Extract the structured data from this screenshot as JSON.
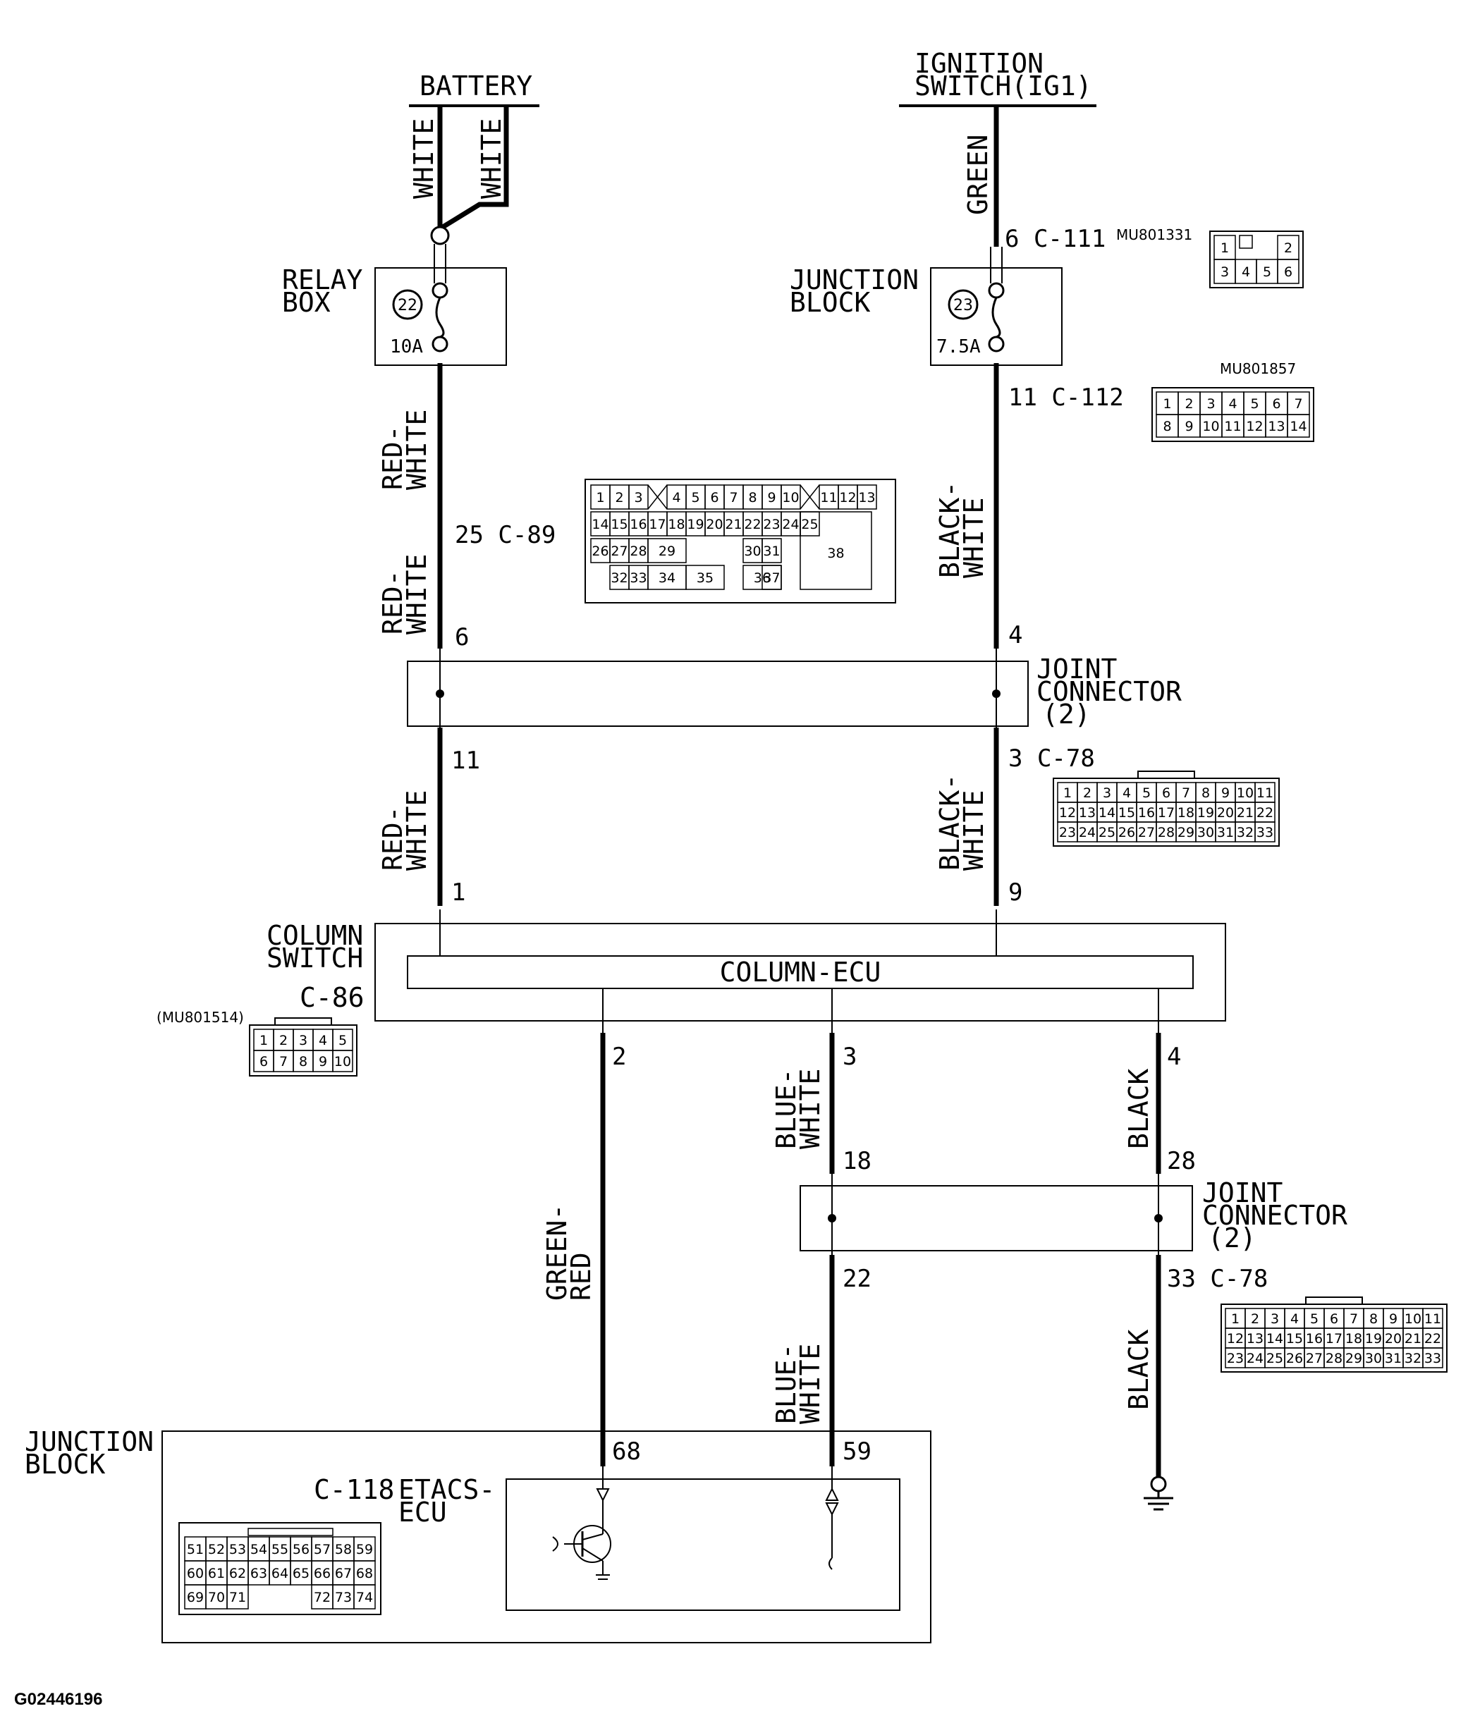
{
  "figure_id": "G02446196",
  "sources": {
    "battery": "BATTERY",
    "ignition_line1": "IGNITION",
    "ignition_line2": "SWITCH(IG1)"
  },
  "wire_colors": {
    "battery_left": "WHITE",
    "battery_right": "WHITE",
    "ignition": "GREEN",
    "red_white_1a": "RED-",
    "red_white_1b": "WHITE",
    "red_white_2a": "RED-",
    "red_white_2b": "WHITE",
    "red_white_3a": "RED-",
    "red_white_3b": "WHITE",
    "black_white_1a": "BLACK-",
    "black_white_1b": "WHITE",
    "black_white_2a": "BLACK-",
    "black_white_2b": "WHITE",
    "green_red_a": "GREEN-",
    "green_red_b": "RED",
    "blue_white_1a": "BLUE-",
    "blue_white_1b": "WHITE",
    "blue_white_2a": "BLUE-",
    "blue_white_2b": "WHITE",
    "black_1": "BLACK",
    "black_2": "BLACK"
  },
  "relay_box": {
    "line1": "RELAY",
    "line2": "BOX",
    "fuse_no": "22",
    "rating": "10A"
  },
  "junction_block_top": {
    "line1": "JUNCTION",
    "line2": "BLOCK",
    "fuse_no": "23",
    "rating": "7.5A"
  },
  "pins": {
    "c111": "6  C-111",
    "c112": "11  C-112",
    "c89": "25  C-89",
    "jc_in_left": "6",
    "jc_in_right": "4",
    "jc_out_left": "11",
    "jc_out_right": "3  C-78",
    "cs_in_left": "1",
    "cs_in_right": "9",
    "cs_out_2": "2",
    "cs_out_3": "3",
    "cs_out_4": "4",
    "jc2_in_left": "18",
    "jc2_in_right": "28",
    "jc2_out_left": "22",
    "jc2_out_right": "33  C-78",
    "etacs_68": "68",
    "etacs_59": "59"
  },
  "part_numbers": {
    "c111": "MU801331",
    "c112": "MU801857",
    "c86": "(MU801514)"
  },
  "joint_connector": {
    "line1": "JOINT",
    "line2": "CONNECTOR",
    "line3": "(2)"
  },
  "joint_connector_2": {
    "line1": "JOINT",
    "line2": "CONNECTOR",
    "line3": "(2)"
  },
  "column_switch": {
    "line1": "COLUMN",
    "line2": "SWITCH",
    "connector": "C-86",
    "ecu": "COLUMN-ECU"
  },
  "junction_block_bottom": {
    "line1": "JUNCTION",
    "line2": "BLOCK",
    "connector": "C-118",
    "ecu_line1": "ETACS-",
    "ecu_line2": "ECU"
  },
  "connector_c111_cells": [
    "1",
    "2",
    "3",
    "4",
    "5",
    "6"
  ],
  "connector_c112_cells": [
    "1",
    "2",
    "3",
    "4",
    "5",
    "6",
    "7",
    "8",
    "9",
    "10",
    "11",
    "12",
    "13",
    "14"
  ],
  "connector_c89_cells": [
    "1",
    "2",
    "3",
    "4",
    "5",
    "6",
    "7",
    "8",
    "9",
    "10",
    "11",
    "12",
    "13",
    "14",
    "15",
    "16",
    "17",
    "18",
    "19",
    "20",
    "21",
    "22",
    "23",
    "24",
    "25",
    "26",
    "27",
    "28",
    "29",
    "30",
    "31",
    "32",
    "33",
    "34",
    "35",
    "36",
    "37",
    "38"
  ],
  "connector_c78_cells": [
    "1",
    "2",
    "3",
    "4",
    "5",
    "6",
    "7",
    "8",
    "9",
    "10",
    "11",
    "12",
    "13",
    "14",
    "15",
    "16",
    "17",
    "18",
    "19",
    "20",
    "21",
    "22",
    "23",
    "24",
    "25",
    "26",
    "27",
    "28",
    "29",
    "30",
    "31",
    "32",
    "33"
  ],
  "connector_c86_cells": [
    "1",
    "2",
    "3",
    "4",
    "5",
    "6",
    "7",
    "8",
    "9",
    "10"
  ],
  "connector_c118_cells": [
    "51",
    "52",
    "53",
    "54",
    "55",
    "56",
    "57",
    "58",
    "59",
    "60",
    "61",
    "62",
    "63",
    "64",
    "65",
    "66",
    "67",
    "68",
    "69",
    "70",
    "71",
    "72",
    "73",
    "74"
  ]
}
